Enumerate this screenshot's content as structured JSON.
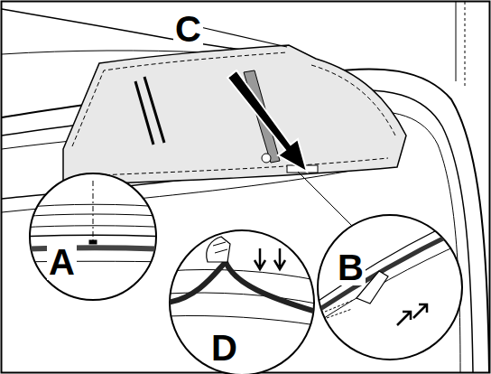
{
  "diagram": {
    "labels": [
      "C",
      "A",
      "B",
      "D"
    ]
  }
}
